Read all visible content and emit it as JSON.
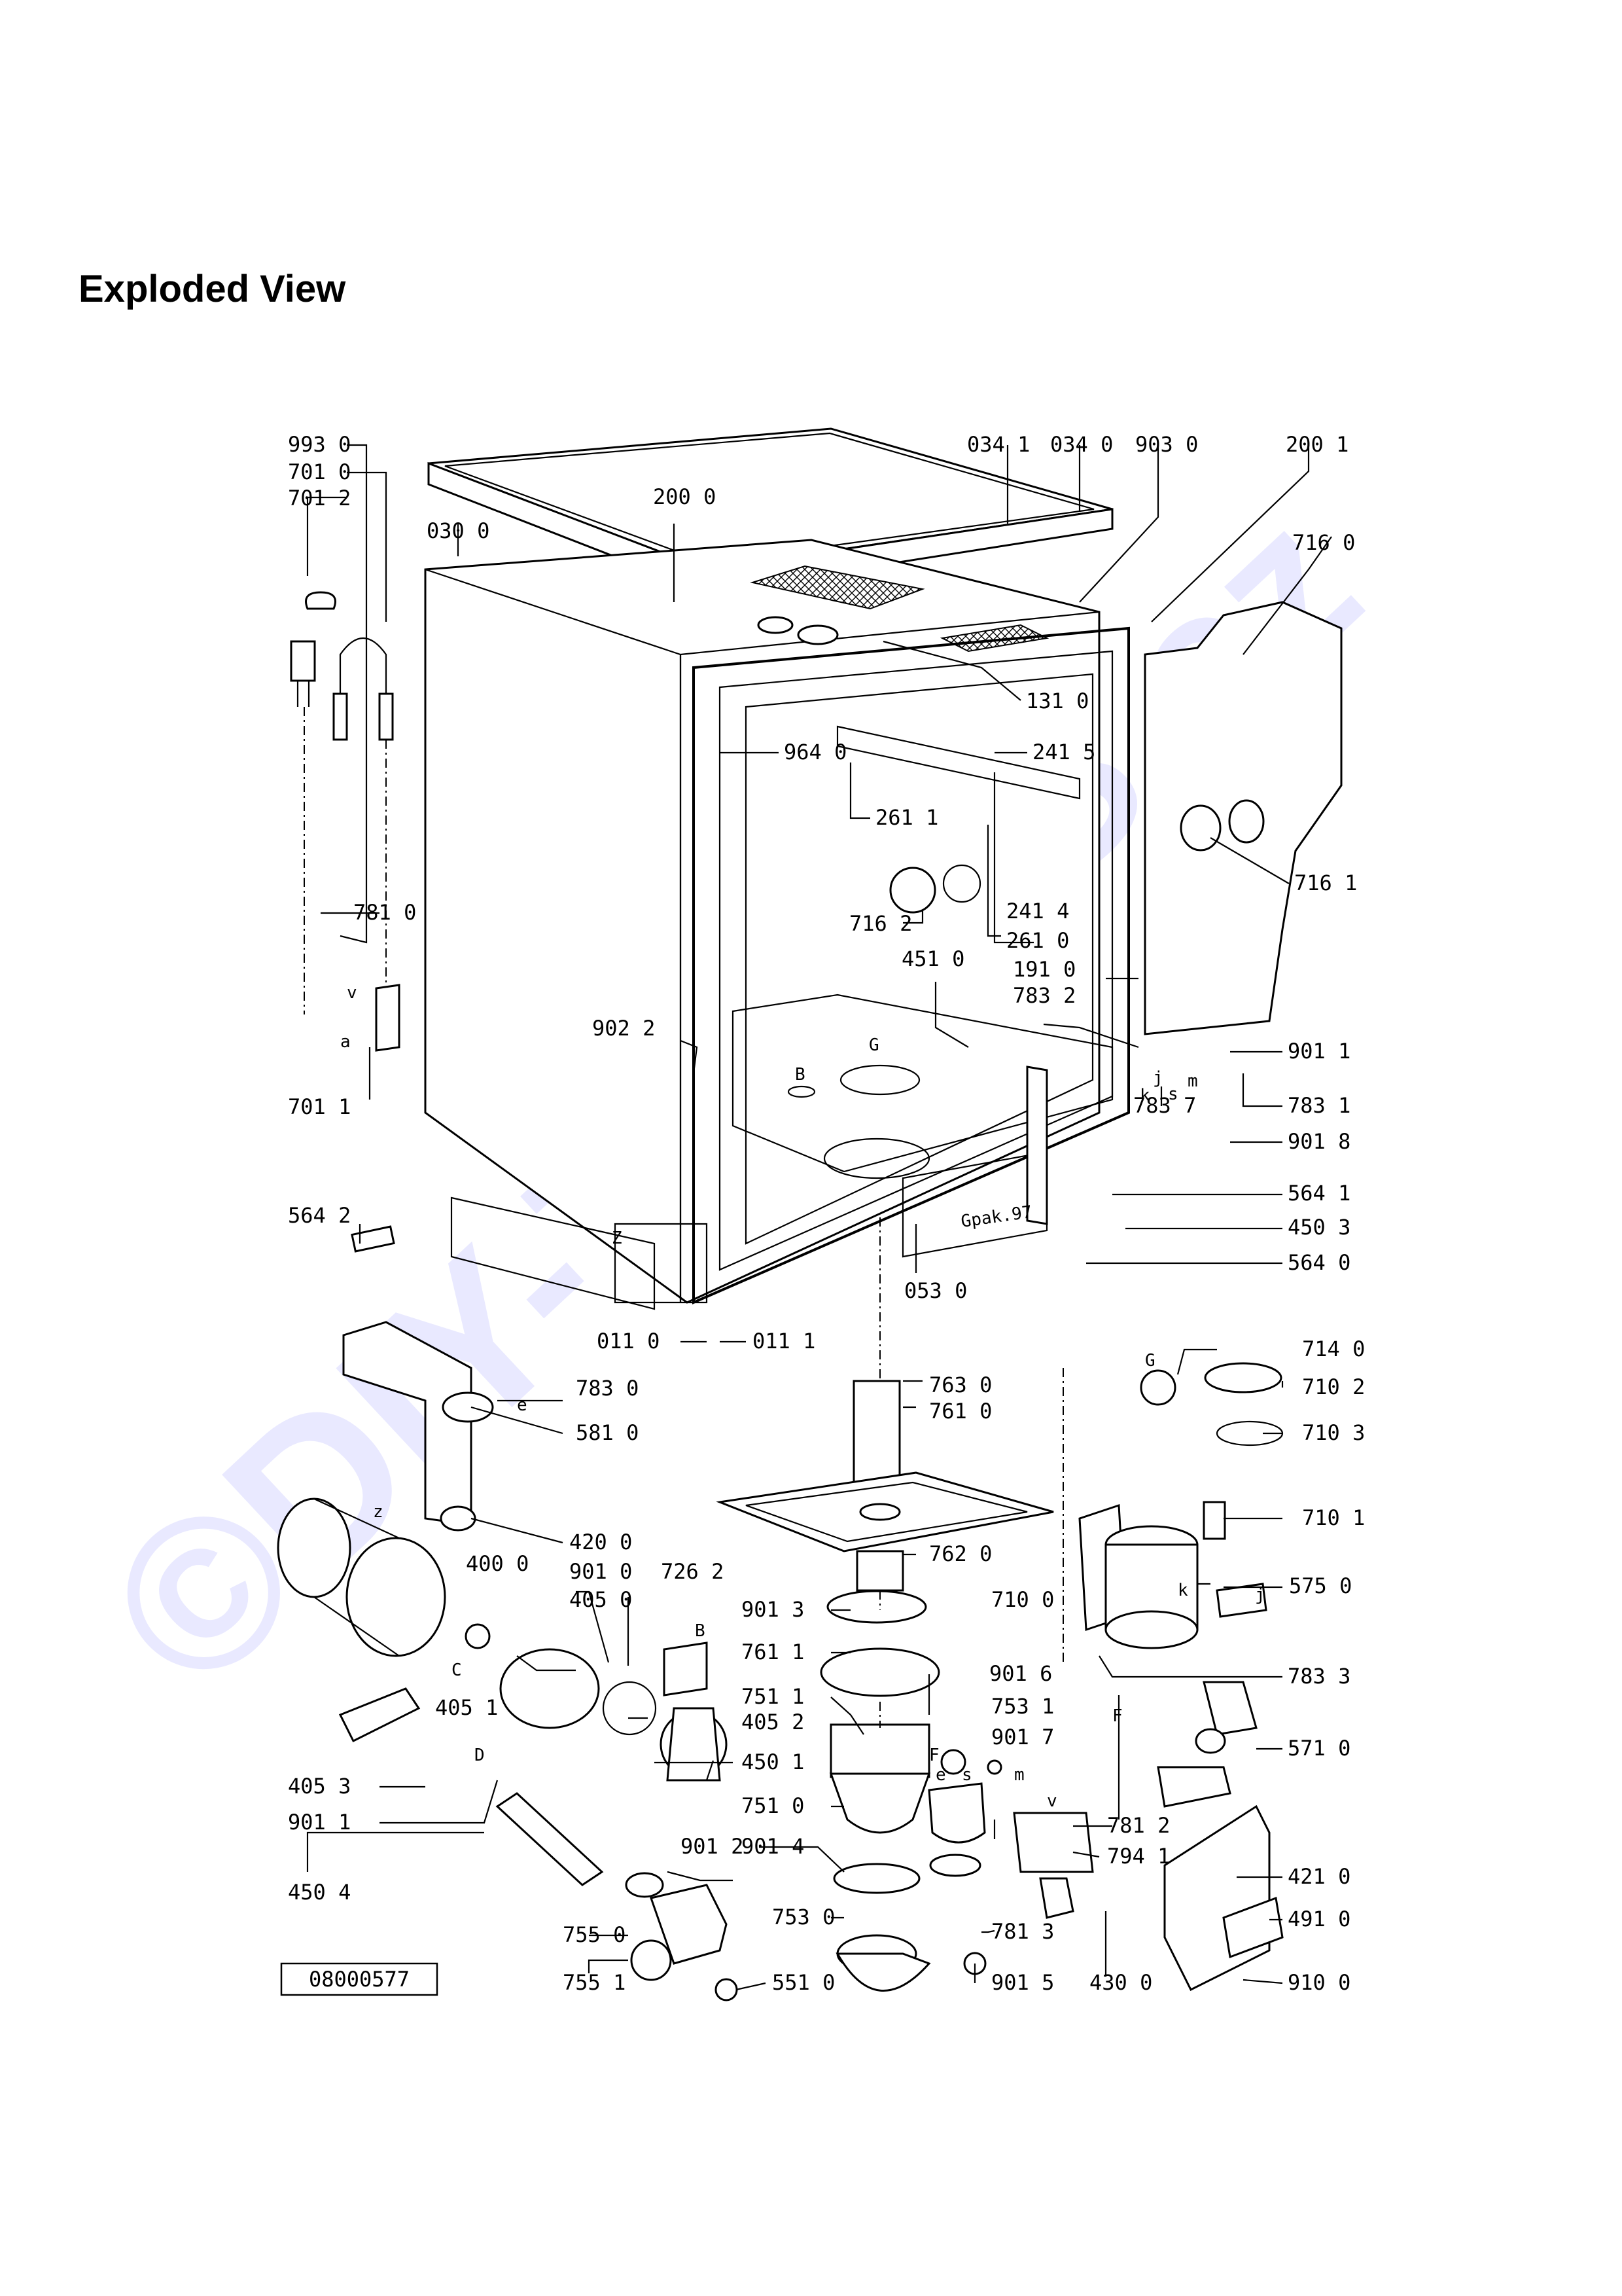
{
  "title": "Exploded View",
  "drawing_code": "08000577",
  "watermark": "©DIY-TOOLS.cz",
  "colors": {
    "watermark": "#1a1aff",
    "ink": "#000000"
  },
  "labels": [
    {
      "id": "993-0",
      "text": "993 0"
    },
    {
      "id": "701-0",
      "text": "701 0"
    },
    {
      "id": "701-2",
      "text": "701 2"
    },
    {
      "id": "030-0",
      "text": "030 0"
    },
    {
      "id": "200-0",
      "text": "200 0"
    },
    {
      "id": "034-1",
      "text": "034 1"
    },
    {
      "id": "034-0",
      "text": "034 0"
    },
    {
      "id": "903-0",
      "text": "903 0"
    },
    {
      "id": "200-1",
      "text": "200 1"
    },
    {
      "id": "716-0",
      "text": "716 0"
    },
    {
      "id": "131-0",
      "text": "131 0"
    },
    {
      "id": "964-0",
      "text": "964 0"
    },
    {
      "id": "241-5",
      "text": "241 5"
    },
    {
      "id": "261-1",
      "text": "261 1"
    },
    {
      "id": "716-1",
      "text": "716 1"
    },
    {
      "id": "781-0",
      "text": "781 0"
    },
    {
      "id": "241-4",
      "text": "241 4"
    },
    {
      "id": "716-2",
      "text": "716 2"
    },
    {
      "id": "261-0",
      "text": "261 0"
    },
    {
      "id": "451-0",
      "text": "451 0"
    },
    {
      "id": "191-0",
      "text": "191 0"
    },
    {
      "id": "783-2",
      "text": "783 2"
    },
    {
      "id": "902-2",
      "text": "902 2"
    },
    {
      "id": "901-1a",
      "text": "901 1"
    },
    {
      "id": "701-1",
      "text": "701 1"
    },
    {
      "id": "783-1",
      "text": "783 1"
    },
    {
      "id": "901-8",
      "text": "901 8"
    },
    {
      "id": "783-7",
      "text": "783 7"
    },
    {
      "id": "564-1",
      "text": "564 1"
    },
    {
      "id": "564-2",
      "text": "564 2"
    },
    {
      "id": "450-3",
      "text": "450 3"
    },
    {
      "id": "564-0",
      "text": "564 0"
    },
    {
      "id": "053-0",
      "text": "053 0"
    },
    {
      "id": "011-0",
      "text": "011 0"
    },
    {
      "id": "011-1",
      "text": "011 1"
    },
    {
      "id": "714-0",
      "text": "714 0"
    },
    {
      "id": "783-0",
      "text": "783 0"
    },
    {
      "id": "763-0",
      "text": "763 0"
    },
    {
      "id": "710-2",
      "text": "710 2"
    },
    {
      "id": "761-0",
      "text": "761 0"
    },
    {
      "id": "581-0",
      "text": "581 0"
    },
    {
      "id": "710-3",
      "text": "710 3"
    },
    {
      "id": "710-1",
      "text": "710 1"
    },
    {
      "id": "420-0",
      "text": "420 0"
    },
    {
      "id": "762-0",
      "text": "762 0"
    },
    {
      "id": "400-0",
      "text": "400 0"
    },
    {
      "id": "901-0",
      "text": "901 0"
    },
    {
      "id": "726-2",
      "text": "726 2"
    },
    {
      "id": "575-0",
      "text": "575 0"
    },
    {
      "id": "405-0",
      "text": "405 0"
    },
    {
      "id": "710-0",
      "text": "710 0"
    },
    {
      "id": "901-3",
      "text": "901 3"
    },
    {
      "id": "761-1",
      "text": "761 1"
    },
    {
      "id": "901-6",
      "text": "901 6"
    },
    {
      "id": "783-3",
      "text": "783 3"
    },
    {
      "id": "751-1",
      "text": "751 1"
    },
    {
      "id": "753-1",
      "text": "753 1"
    },
    {
      "id": "405-1",
      "text": "405 1"
    },
    {
      "id": "405-2",
      "text": "405 2"
    },
    {
      "id": "450-1",
      "text": "450 1"
    },
    {
      "id": "901-7",
      "text": "901 7"
    },
    {
      "id": "571-0",
      "text": "571 0"
    },
    {
      "id": "405-3",
      "text": "405 3"
    },
    {
      "id": "901-1b",
      "text": "901 1"
    },
    {
      "id": "751-0",
      "text": "751 0"
    },
    {
      "id": "901-4",
      "text": "901 4"
    },
    {
      "id": "781-2",
      "text": "781 2"
    },
    {
      "id": "901-2",
      "text": "901 2"
    },
    {
      "id": "794-1",
      "text": "794 1"
    },
    {
      "id": "450-4",
      "text": "450 4"
    },
    {
      "id": "421-0",
      "text": "421 0"
    },
    {
      "id": "755-0",
      "text": "755 0"
    },
    {
      "id": "753-0",
      "text": "753 0"
    },
    {
      "id": "781-3",
      "text": "781 3"
    },
    {
      "id": "491-0",
      "text": "491 0"
    },
    {
      "id": "755-1",
      "text": "755 1"
    },
    {
      "id": "551-0",
      "text": "551 0"
    },
    {
      "id": "901-5",
      "text": "901 5"
    },
    {
      "id": "430-0",
      "text": "430 0"
    },
    {
      "id": "910-0",
      "text": "910 0"
    }
  ],
  "letters": [
    {
      "id": "v1",
      "text": "v"
    },
    {
      "id": "a1",
      "text": "a"
    },
    {
      "id": "G1",
      "text": "G"
    },
    {
      "id": "B1",
      "text": "B"
    },
    {
      "id": "j1",
      "text": "j"
    },
    {
      "id": "k1",
      "text": "k"
    },
    {
      "id": "s1",
      "text": "s"
    },
    {
      "id": "m1",
      "text": "m"
    },
    {
      "id": "Z1",
      "text": "Z"
    },
    {
      "id": "e1",
      "text": "e"
    },
    {
      "id": "z2",
      "text": "z"
    },
    {
      "id": "G2",
      "text": "G"
    },
    {
      "id": "C1",
      "text": "C"
    },
    {
      "id": "B2",
      "text": "B"
    },
    {
      "id": "k2",
      "text": "k"
    },
    {
      "id": "j2",
      "text": "j"
    },
    {
      "id": "D1",
      "text": "D"
    },
    {
      "id": "F1",
      "text": "F"
    },
    {
      "id": "F2",
      "text": "F"
    },
    {
      "id": "e2",
      "text": "e"
    },
    {
      "id": "s2",
      "text": "s"
    },
    {
      "id": "m2",
      "text": "m"
    },
    {
      "id": "v2",
      "text": "v"
    }
  ],
  "date_stamp": "Gpak.97"
}
